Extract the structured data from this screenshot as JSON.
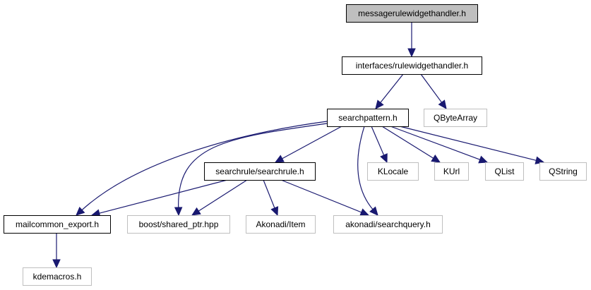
{
  "diagram": {
    "type": "include-dependency-graph",
    "colors": {
      "edge": "#191970",
      "root_fill": "#bfbfbf",
      "root_border": "#000000",
      "documented_border": "#000000",
      "external_border": "#bfbfbf",
      "external_text": "#000000"
    },
    "nodes": [
      {
        "id": "messagerulewidgethandler",
        "label": "messagerulewidgethandler.h",
        "kind": "root"
      },
      {
        "id": "rulewidgethandler",
        "label": "interfaces/rulewidgethandler.h",
        "kind": "documented"
      },
      {
        "id": "searchpattern",
        "label": "searchpattern.h",
        "kind": "documented"
      },
      {
        "id": "qbytearray",
        "label": "QByteArray",
        "kind": "external"
      },
      {
        "id": "searchrule",
        "label": "searchrule/searchrule.h",
        "kind": "documented"
      },
      {
        "id": "klocale",
        "label": "KLocale",
        "kind": "external"
      },
      {
        "id": "kurl",
        "label": "KUrl",
        "kind": "external"
      },
      {
        "id": "qlist",
        "label": "QList",
        "kind": "external"
      },
      {
        "id": "qstring",
        "label": "QString",
        "kind": "external"
      },
      {
        "id": "mailcommon_export",
        "label": "mailcommon_export.h",
        "kind": "documented"
      },
      {
        "id": "shared_ptr",
        "label": "boost/shared_ptr.hpp",
        "kind": "external"
      },
      {
        "id": "akonadi_item",
        "label": "Akonadi/Item",
        "kind": "external"
      },
      {
        "id": "searchquery",
        "label": "akonadi/searchquery.h",
        "kind": "external"
      },
      {
        "id": "kdemacros",
        "label": "kdemacros.h",
        "kind": "external"
      }
    ],
    "edges": [
      {
        "from": "messagerulewidgethandler",
        "to": "rulewidgethandler"
      },
      {
        "from": "rulewidgethandler",
        "to": "searchpattern"
      },
      {
        "from": "rulewidgethandler",
        "to": "qbytearray"
      },
      {
        "from": "searchpattern",
        "to": "mailcommon_export"
      },
      {
        "from": "searchpattern",
        "to": "shared_ptr"
      },
      {
        "from": "searchpattern",
        "to": "searchrule"
      },
      {
        "from": "searchpattern",
        "to": "searchquery"
      },
      {
        "from": "searchpattern",
        "to": "klocale"
      },
      {
        "from": "searchpattern",
        "to": "kurl"
      },
      {
        "from": "searchpattern",
        "to": "qlist"
      },
      {
        "from": "searchpattern",
        "to": "qstring"
      },
      {
        "from": "searchrule",
        "to": "mailcommon_export"
      },
      {
        "from": "searchrule",
        "to": "shared_ptr"
      },
      {
        "from": "searchrule",
        "to": "akonadi_item"
      },
      {
        "from": "searchrule",
        "to": "searchquery"
      },
      {
        "from": "mailcommon_export",
        "to": "kdemacros"
      }
    ]
  }
}
